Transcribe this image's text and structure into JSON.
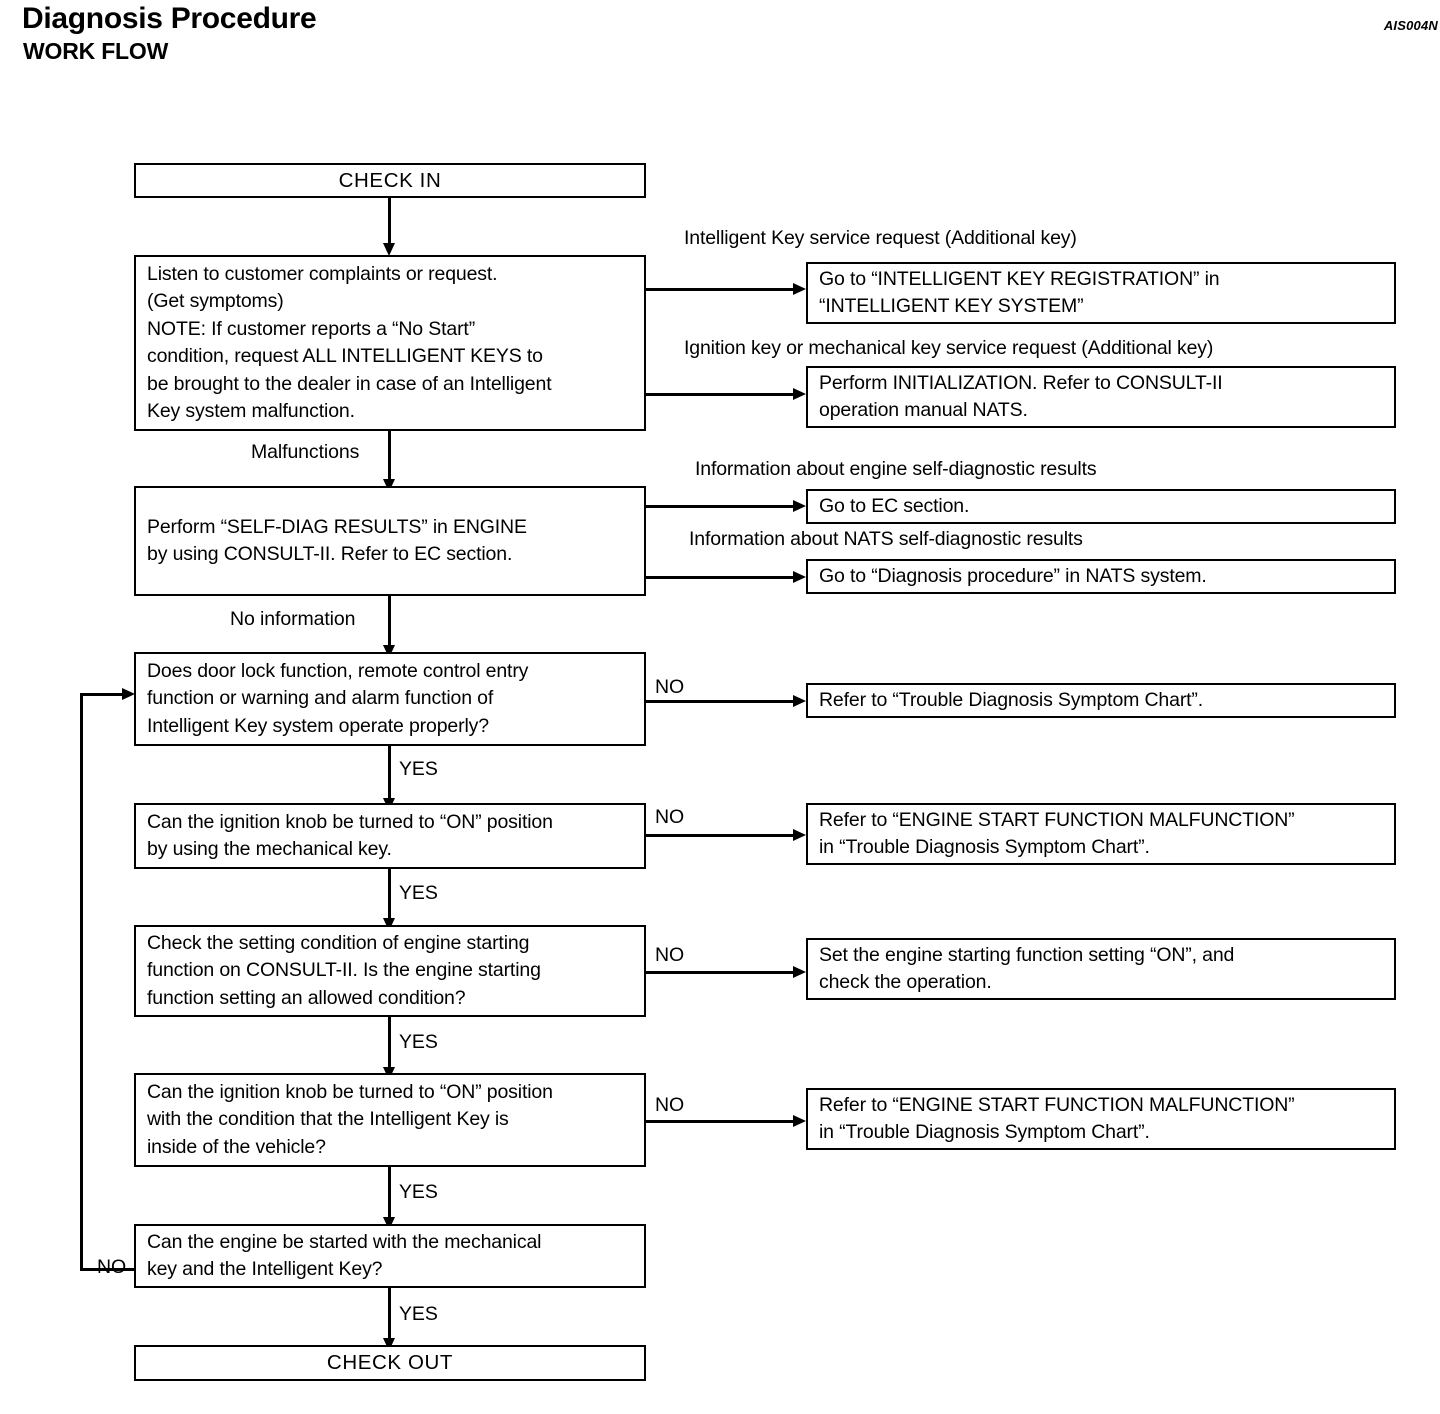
{
  "header": {
    "title": "Diagnosis Procedure",
    "subtitle": "WORK FLOW",
    "code": "AIS004N"
  },
  "chart_data": {
    "type": "diagram",
    "diagram_kind": "flowchart",
    "title": "Diagnosis Procedure - WORK FLOW",
    "nodes": [
      {
        "id": "check-in",
        "label": "CHECK IN",
        "kind": "terminator"
      },
      {
        "id": "listen",
        "label": "Listen to customer complaints or request.\n(Get symptoms)\nNOTE: If customer reports a “No Start”\ncondition, request ALL INTELLIGENT KEYS to\nbe brought to the dealer in case of an Intelligent\nKey system malfunction.",
        "kind": "process"
      },
      {
        "id": "go-ikr",
        "label": "Go to “INTELLIGENT KEY REGISTRATION” in\n“INTELLIGENT KEY SYSTEM”",
        "kind": "process"
      },
      {
        "id": "perform-init",
        "label": "Perform INITIALIZATION. Refer to CONSULT-II\noperation manual NATS.",
        "kind": "process"
      },
      {
        "id": "self-diag",
        "label": "Perform “SELF-DIAG RESULTS” in ENGINE\nby using CONSULT-II. Refer to EC section.",
        "kind": "process"
      },
      {
        "id": "go-ec",
        "label": "Go to EC section.",
        "kind": "process"
      },
      {
        "id": "go-nats",
        "label": "Go to “Diagnosis procedure” in NATS system.",
        "kind": "process"
      },
      {
        "id": "q-doorlock",
        "label": "Does door lock function, remote control entry\nfunction or warning and alarm function of\nIntelligent Key system operate properly?",
        "kind": "decision"
      },
      {
        "id": "refer-tdsc",
        "label": "Refer to “Trouble Diagnosis Symptom Chart”.",
        "kind": "process"
      },
      {
        "id": "q-knob-mech",
        "label": "Can the ignition knob be turned to “ON” position\nby using the mechanical key.",
        "kind": "decision"
      },
      {
        "id": "refer-esfm-1",
        "label": "Refer to “ENGINE START FUNCTION MALFUNCTION”\nin “Trouble Diagnosis Symptom Chart”.",
        "kind": "process"
      },
      {
        "id": "q-setting",
        "label": "Check the setting condition of engine starting\nfunction on CONSULT-II. Is the engine starting\nfunction setting an allowed condition?",
        "kind": "decision"
      },
      {
        "id": "set-on",
        "label": "Set the engine starting function setting “ON”, and\ncheck the operation.",
        "kind": "process"
      },
      {
        "id": "q-knob-ikey",
        "label": "Can the ignition knob be turned to “ON” position\nwith the condition that the Intelligent Key is\ninside of the vehicle?",
        "kind": "decision"
      },
      {
        "id": "refer-esfm-2",
        "label": "Refer to “ENGINE START FUNCTION MALFUNCTION”\nin “Trouble Diagnosis Symptom Chart”.",
        "kind": "process"
      },
      {
        "id": "q-engine-start",
        "label": "Can the engine be started with the mechanical\nkey and the Intelligent Key?",
        "kind": "decision"
      },
      {
        "id": "check-out",
        "label": "CHECK OUT",
        "kind": "terminator"
      }
    ],
    "edges": [
      {
        "from": "check-in",
        "to": "listen",
        "label": ""
      },
      {
        "from": "listen",
        "to": "go-ikr",
        "label": "Intelligent Key service request (Additional key)"
      },
      {
        "from": "listen",
        "to": "perform-init",
        "label": "Ignition key or mechanical key service request (Additional key)"
      },
      {
        "from": "listen",
        "to": "self-diag",
        "label": "Malfunctions"
      },
      {
        "from": "self-diag",
        "to": "go-ec",
        "label": "Information about engine self-diagnostic results"
      },
      {
        "from": "self-diag",
        "to": "go-nats",
        "label": "Information about NATS self-diagnostic results"
      },
      {
        "from": "self-diag",
        "to": "q-doorlock",
        "label": "No information"
      },
      {
        "from": "q-doorlock",
        "to": "refer-tdsc",
        "label": "NO"
      },
      {
        "from": "q-doorlock",
        "to": "q-knob-mech",
        "label": "YES"
      },
      {
        "from": "q-knob-mech",
        "to": "refer-esfm-1",
        "label": "NO"
      },
      {
        "from": "q-knob-mech",
        "to": "q-setting",
        "label": "YES"
      },
      {
        "from": "q-setting",
        "to": "set-on",
        "label": "NO"
      },
      {
        "from": "q-setting",
        "to": "q-knob-ikey",
        "label": "YES"
      },
      {
        "from": "q-knob-ikey",
        "to": "refer-esfm-2",
        "label": "NO"
      },
      {
        "from": "q-knob-ikey",
        "to": "q-engine-start",
        "label": "YES"
      },
      {
        "from": "q-engine-start",
        "to": "q-doorlock",
        "label": "NO"
      },
      {
        "from": "q-engine-start",
        "to": "check-out",
        "label": "YES"
      }
    ]
  },
  "labels": {
    "malfunctions": "Malfunctions",
    "no_information": "No information",
    "yes": "YES",
    "no": "NO",
    "branch_ikey_service": "Intelligent Key service request (Additional key)",
    "branch_ignition_service": "Ignition key or mechanical key service request (Additional key)",
    "branch_engine_selfdiag": "Information about engine self-diagnostic results",
    "branch_nats_selfdiag": "Information about NATS self-diagnostic results"
  }
}
